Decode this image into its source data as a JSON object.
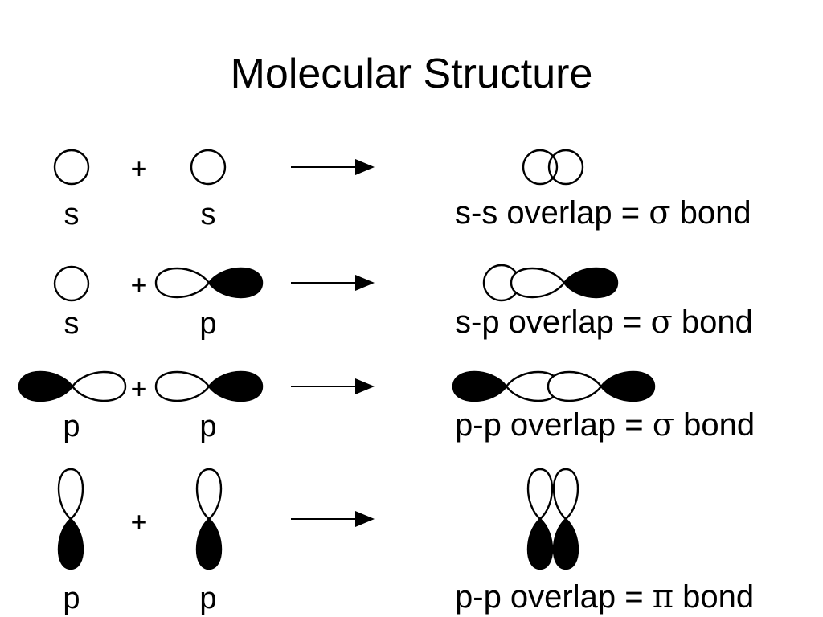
{
  "title": "Molecular Structure",
  "rows": [
    {
      "left_label": "s",
      "right_label": "s",
      "operator": "+",
      "result_prefix": "s-s overlap = ",
      "bond_symbol": "σ",
      "result_suffix": " bond",
      "left_icon": "s-orbital-icon",
      "right_icon": "s-orbital-icon",
      "result_icon": "s-s-overlap-icon"
    },
    {
      "left_label": "s",
      "right_label": "p",
      "operator": "+",
      "result_prefix": "s-p overlap = ",
      "bond_symbol": "σ",
      "result_suffix": " bond",
      "left_icon": "s-orbital-icon",
      "right_icon": "p-orbital-horizontal-icon",
      "result_icon": "s-p-overlap-icon"
    },
    {
      "left_label": "p",
      "right_label": "p",
      "operator": "+",
      "result_prefix": "p-p overlap = ",
      "bond_symbol": "σ",
      "result_suffix": " bond",
      "left_icon": "p-orbital-horizontal-icon",
      "right_icon": "p-orbital-horizontal-icon",
      "result_icon": "p-p-sigma-overlap-icon"
    },
    {
      "left_label": "p",
      "right_label": "p",
      "operator": "+",
      "result_prefix": "p-p overlap = ",
      "bond_symbol": "π",
      "result_suffix": " bond",
      "left_icon": "p-orbital-vertical-icon",
      "right_icon": "p-orbital-vertical-icon",
      "result_icon": "p-p-pi-overlap-icon"
    }
  ]
}
